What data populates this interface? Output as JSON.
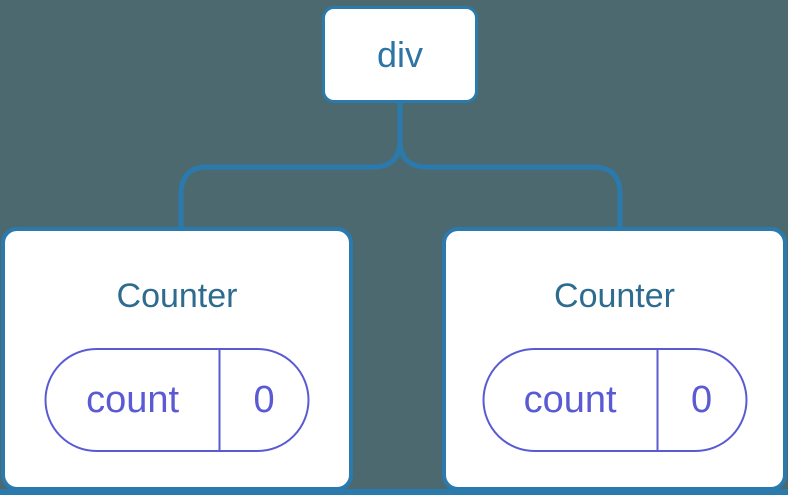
{
  "diagram": {
    "root": {
      "label": "div"
    },
    "children": [
      {
        "title": "Counter",
        "state": {
          "key": "count",
          "value": "0"
        }
      },
      {
        "title": "Counter",
        "state": {
          "key": "count",
          "value": "0"
        }
      }
    ]
  },
  "colors": {
    "background": "#4C6970",
    "connector": "#2B7AAE",
    "node_bg": "#FFFFFF",
    "node_border": "#2B7AAE",
    "node_text": "#2E74A4",
    "card_bg": "#FFFFFF",
    "card_border": "#2B7AAE",
    "card_title": "#2D6C8F",
    "pill_border": "#5A5BD3",
    "pill_text": "#5A5BD3",
    "bottom_strip": "#2B7AAE"
  }
}
